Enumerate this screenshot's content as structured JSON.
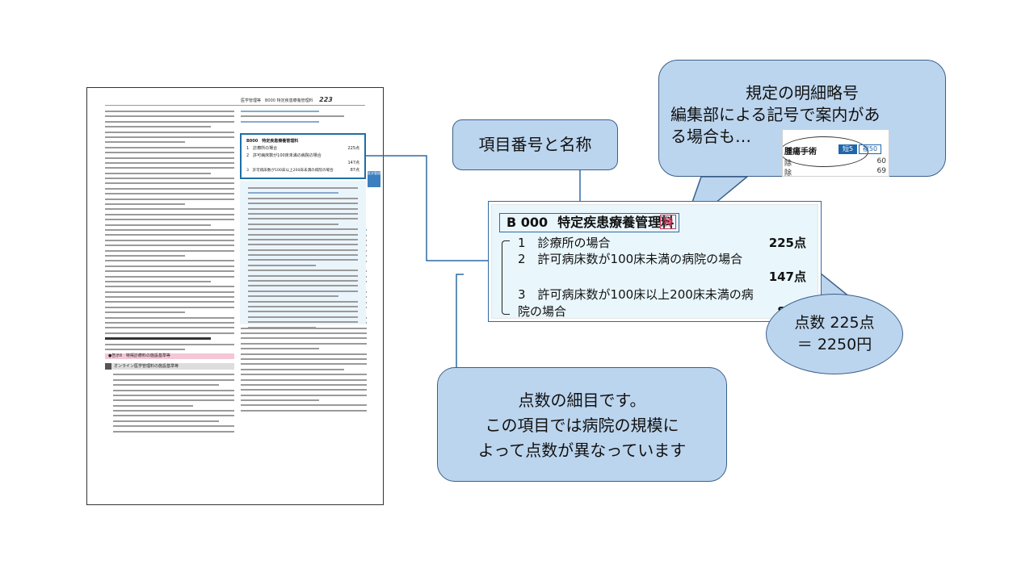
{
  "book_page": {
    "header_text": "医学管理等　B000 特定疾患療養管理料",
    "page_number": "223",
    "boxed_entry": {
      "title": "B000　特定疾患療養管理料",
      "items": [
        {
          "label": "1　診療所の場合",
          "points": "225点"
        },
        {
          "label": "2　許可病床数が100床未満の病院の場合",
          "points": "147点"
        },
        {
          "label": "3　許可病床数が100床以上200床未満の病院の場合",
          "points": "87点"
        }
      ]
    },
    "side_tab": "医学管理",
    "online_heading": "オンライン医学管理料の施設基準等",
    "section_heading": "●告示Ⅱ　特掲診療料の施設基準等"
  },
  "zoomed_entry": {
    "code": "B 000",
    "name": "特定疾患療養管理料",
    "badge": "特",
    "item1_label": "1　診療所の場合",
    "item1_points": "225点",
    "item2_label": "2　許可病床数が100床未満の病院の場合",
    "item2_points": "147点",
    "item3_label_a": "3　許可病床数が100床以上200床未満の病",
    "item3_label_b": "院の場合",
    "item3_points": "87点"
  },
  "callouts": {
    "item_name": "項目番号と名称",
    "subitems_l1": "点数の細目です。",
    "subitems_l2": "この項目では病院の規模に",
    "subitems_l3": "よって点数が異なっています",
    "abbrev_l1": "規定の明細略号",
    "abbrev_l2": "編集部による記号で案内があ",
    "abbrev_l3": "る場合も…",
    "points_l1": "点数 225点",
    "points_l2": "＝ 2250円"
  },
  "snippet": {
    "title": "腫瘍手術",
    "badge1": "短5",
    "badge2": "複50",
    "row1": "除",
    "row2": "除",
    "val1": "60",
    "val2": "69"
  },
  "colors": {
    "callout_fill": "#bcd5ee",
    "callout_border": "#3b5f8a",
    "frame_blue": "#2f6aa3",
    "zoom_fill": "#e9f6fc",
    "badge_red": "#c23b5a"
  }
}
